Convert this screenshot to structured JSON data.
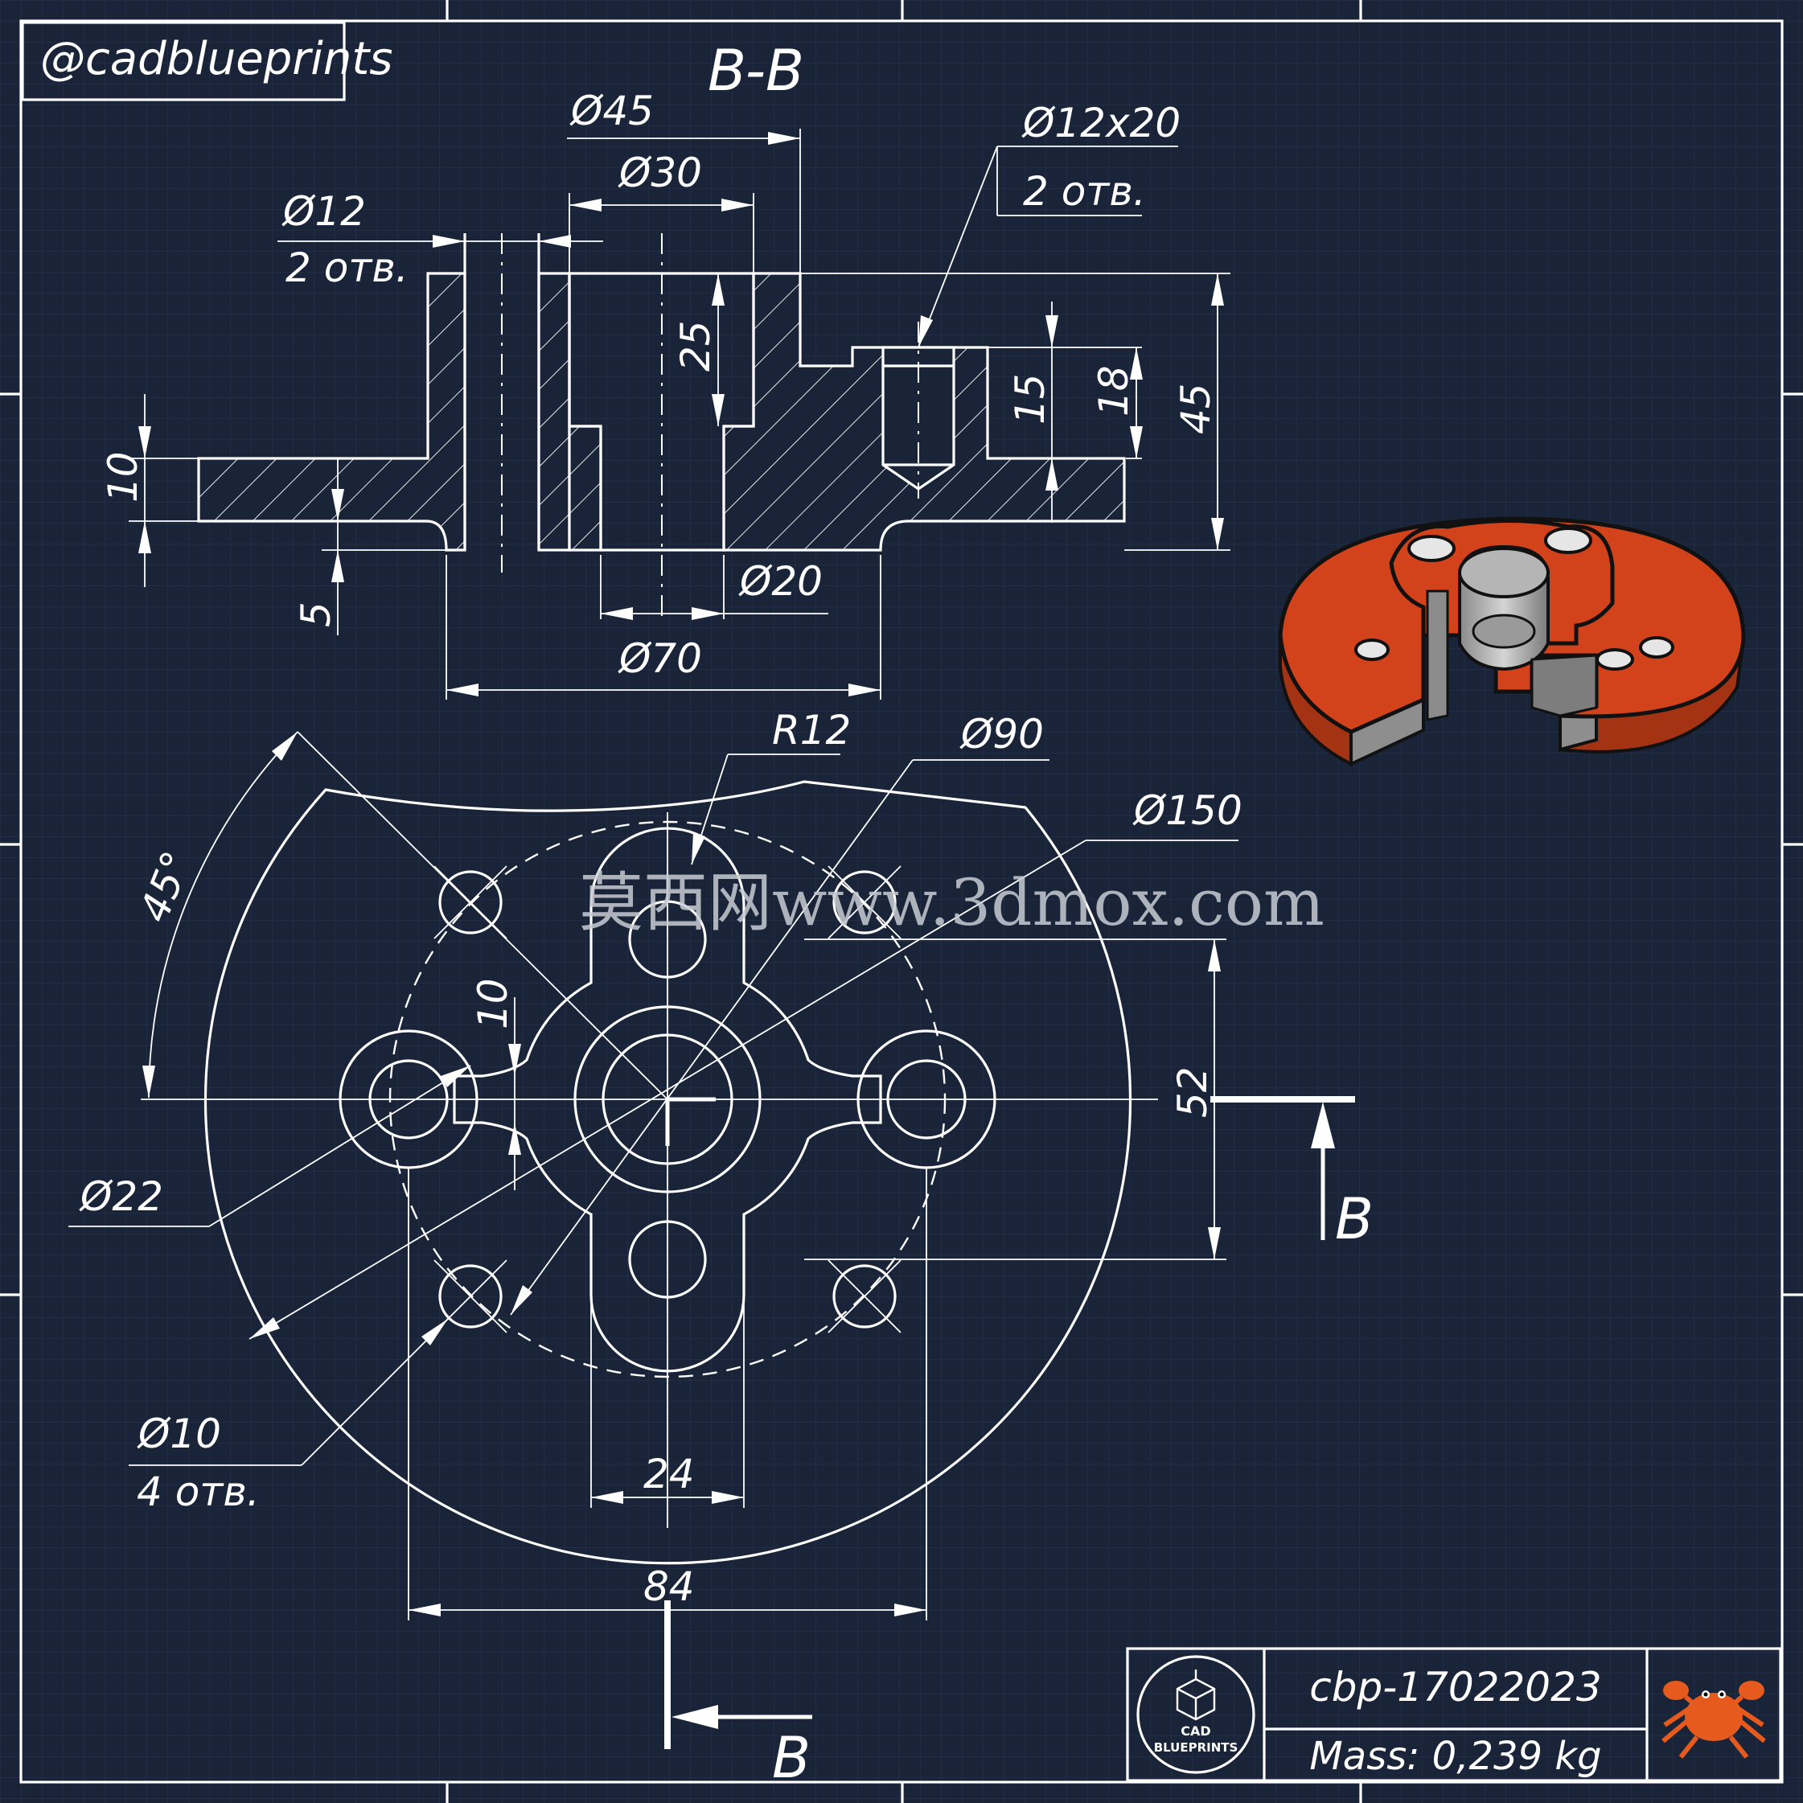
{
  "sheet": {
    "handle": "@cadblueprints",
    "code": "cbp-17022023",
    "mass": "Mass: 0,239 kg",
    "logo_line1": "CAD",
    "logo_line2": "BLUEPRINTS",
    "watermark": "莫西网www.3dmox.com",
    "colors": {
      "background": "#1a2438",
      "lines": "#ffffff",
      "model": "#d2431b"
    },
    "icons": [
      "cube-logo-icon",
      "crab-icon"
    ]
  },
  "section": {
    "title": "B-B",
    "dims": {
      "d45": "Ø45",
      "d30": "Ø30",
      "d12": "Ø12",
      "holes2a": "2 отв.",
      "d12x20": "Ø12x20",
      "holes2b": "2 отв.",
      "h25": "25",
      "h15": "15",
      "h18": "18",
      "h45": "45",
      "h10": "10",
      "h5": "5",
      "d20": "Ø20",
      "d70": "Ø70"
    }
  },
  "plan": {
    "dims": {
      "r12": "R12",
      "d90": "Ø90",
      "d150": "Ø150",
      "a45": "45°",
      "w10": "10",
      "h52": "52",
      "d22": "Ø22",
      "d10": "Ø10",
      "holes4": "4 отв.",
      "w24": "24",
      "w84": "84",
      "cut_right": "B",
      "cut_bottom": "B"
    }
  }
}
